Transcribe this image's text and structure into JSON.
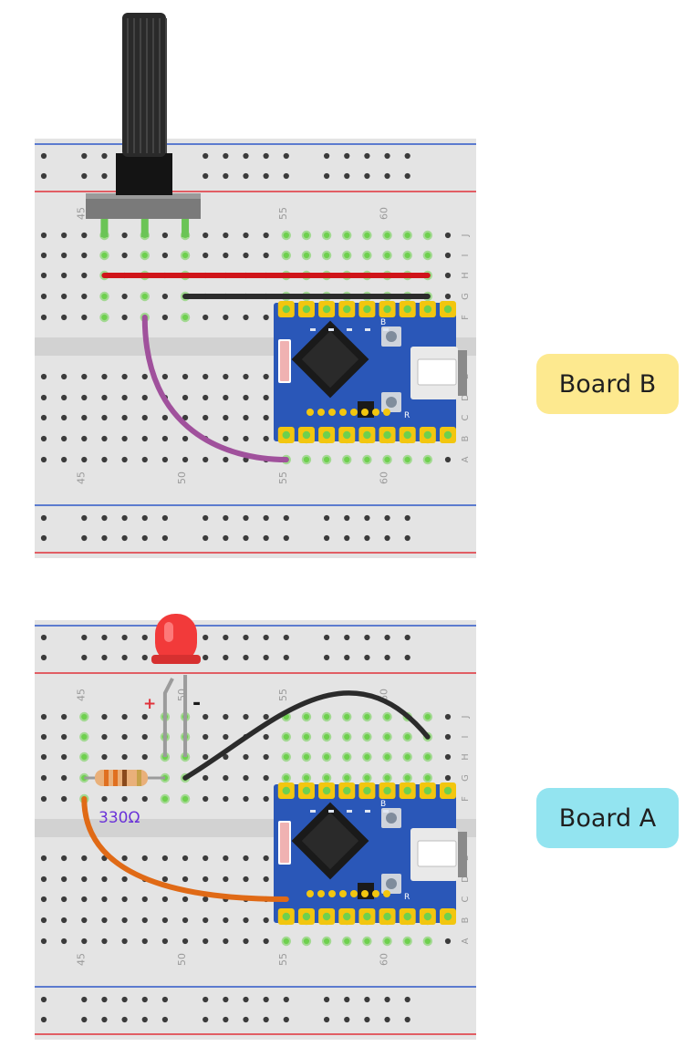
{
  "boards": [
    {
      "id": "b",
      "label": "Board B",
      "label_color": "#fde98f",
      "column_numbers": [
        "45",
        "50",
        "55",
        "60"
      ],
      "row_letters": [
        "J",
        "I",
        "H",
        "G",
        "F",
        "E",
        "D",
        "C",
        "B",
        "A"
      ]
    },
    {
      "id": "a",
      "label": "Board A",
      "label_color": "#93e4f0",
      "column_numbers": [
        "45",
        "50",
        "55",
        "60"
      ],
      "row_letters": [
        "J",
        "I",
        "H",
        "G",
        "F",
        "E",
        "D",
        "C",
        "B",
        "A"
      ],
      "resistor_label": "330Ω",
      "led_anode_mark": "+",
      "led_cathode_mark": "-"
    }
  ],
  "mcu_button_labels": [
    "B",
    "R"
  ],
  "colors": {
    "breadboard": "#e4e4e4",
    "center_channel": "#d2d2d2",
    "hole": "#3b3b3b",
    "hole_connected": "#6ed04e",
    "power_rail_red": "#e0323a",
    "power_rail_blue": "#2f58c8",
    "mcu_board": "#2a57b8",
    "mcu_pad": "#f2c60f",
    "wire_red": "#d0141a",
    "wire_black": "#2b2b2b",
    "wire_purple": "#a0519c",
    "wire_orange": "#e06a16",
    "led": "#f23a3a",
    "resistor_text": "#6a33d8",
    "led_plus": "#e0323a"
  }
}
